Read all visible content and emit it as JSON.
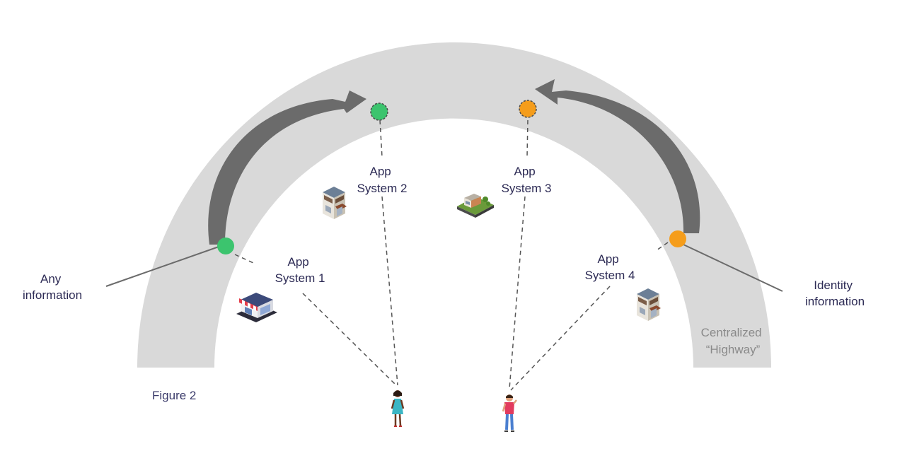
{
  "diagram": {
    "highway": {
      "label_line1": "Centralized",
      "label_line2": "“Highway”",
      "color": "#d9d9d9"
    },
    "apps": [
      {
        "line1": "App",
        "line2": "System 1",
        "icon": "store-building-icon"
      },
      {
        "line1": "App",
        "line2": "System 2",
        "icon": "townhouse-building-icon"
      },
      {
        "line1": "App",
        "line2": "System 3",
        "icon": "house-with-garden-icon"
      },
      {
        "line1": "App",
        "line2": "System 4",
        "icon": "townhouse-building-icon"
      }
    ],
    "callouts": {
      "left_line1": "Any",
      "left_line2": "information",
      "right_line1": "Identity",
      "right_line2": "information"
    },
    "colors": {
      "green_node": "#3cc46e",
      "orange_node": "#f59d1b",
      "arrow": "#6b6b6b",
      "dashed": "#555555"
    },
    "figure_caption": "Figure 2",
    "people": [
      "woman-icon",
      "man-icon"
    ]
  }
}
